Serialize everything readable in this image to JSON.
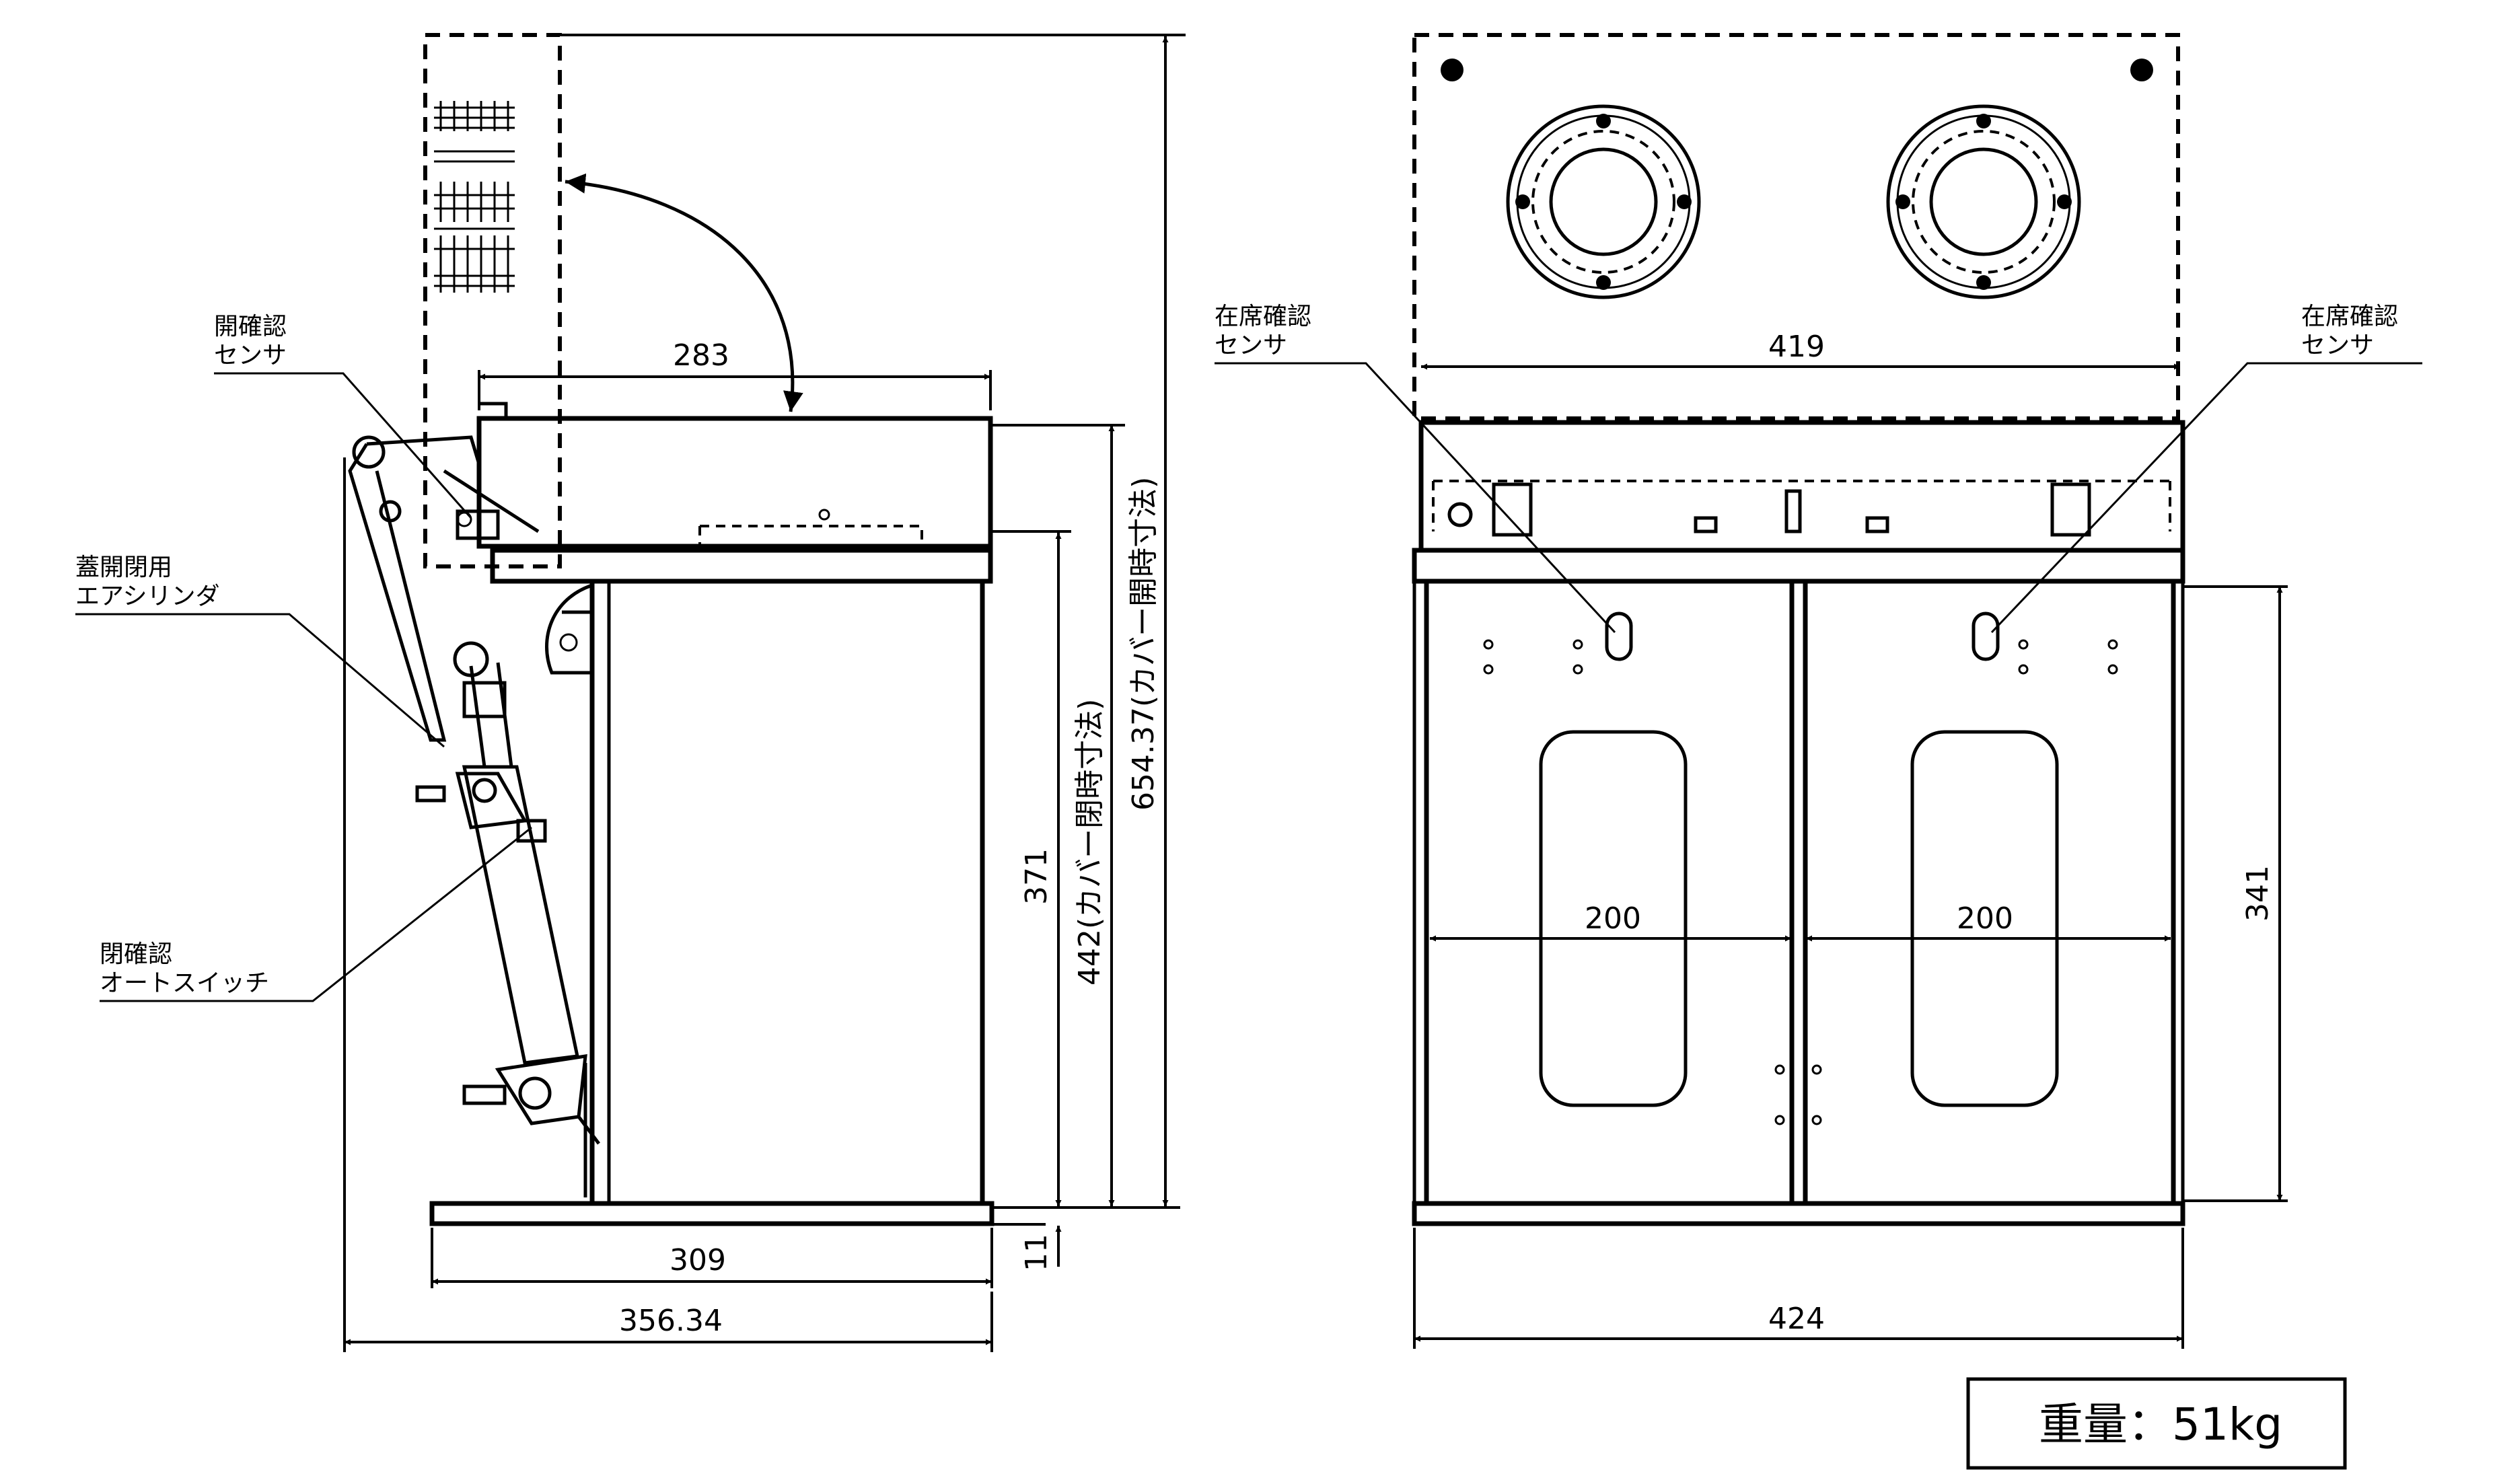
{
  "side_view": {
    "labels": {
      "open_sensor": [
        "開確認",
        "センサ"
      ],
      "air_cylinder": [
        "蓋開閉用",
        "エアシリンダ"
      ],
      "close_switch": [
        "閉確認",
        "オートスイッチ"
      ]
    },
    "dimensions": {
      "top_width": "283",
      "base_width": "309",
      "overall_width": "356.34",
      "body_height": "371",
      "height_closed": "442(カバー閉時寸法)",
      "height_open": "654.37(カバー開時寸法)",
      "base_height": "11"
    }
  },
  "front_view": {
    "labels": {
      "seat_sensor_left": [
        "在席確認",
        "センサ"
      ],
      "seat_sensor_right": [
        "在席確認",
        "センサ"
      ]
    },
    "dimensions": {
      "cover_width": "419",
      "left_bay": "200",
      "right_bay": "200",
      "body_height": "341",
      "overall_width": "424"
    }
  },
  "weight": "重量：51kg"
}
